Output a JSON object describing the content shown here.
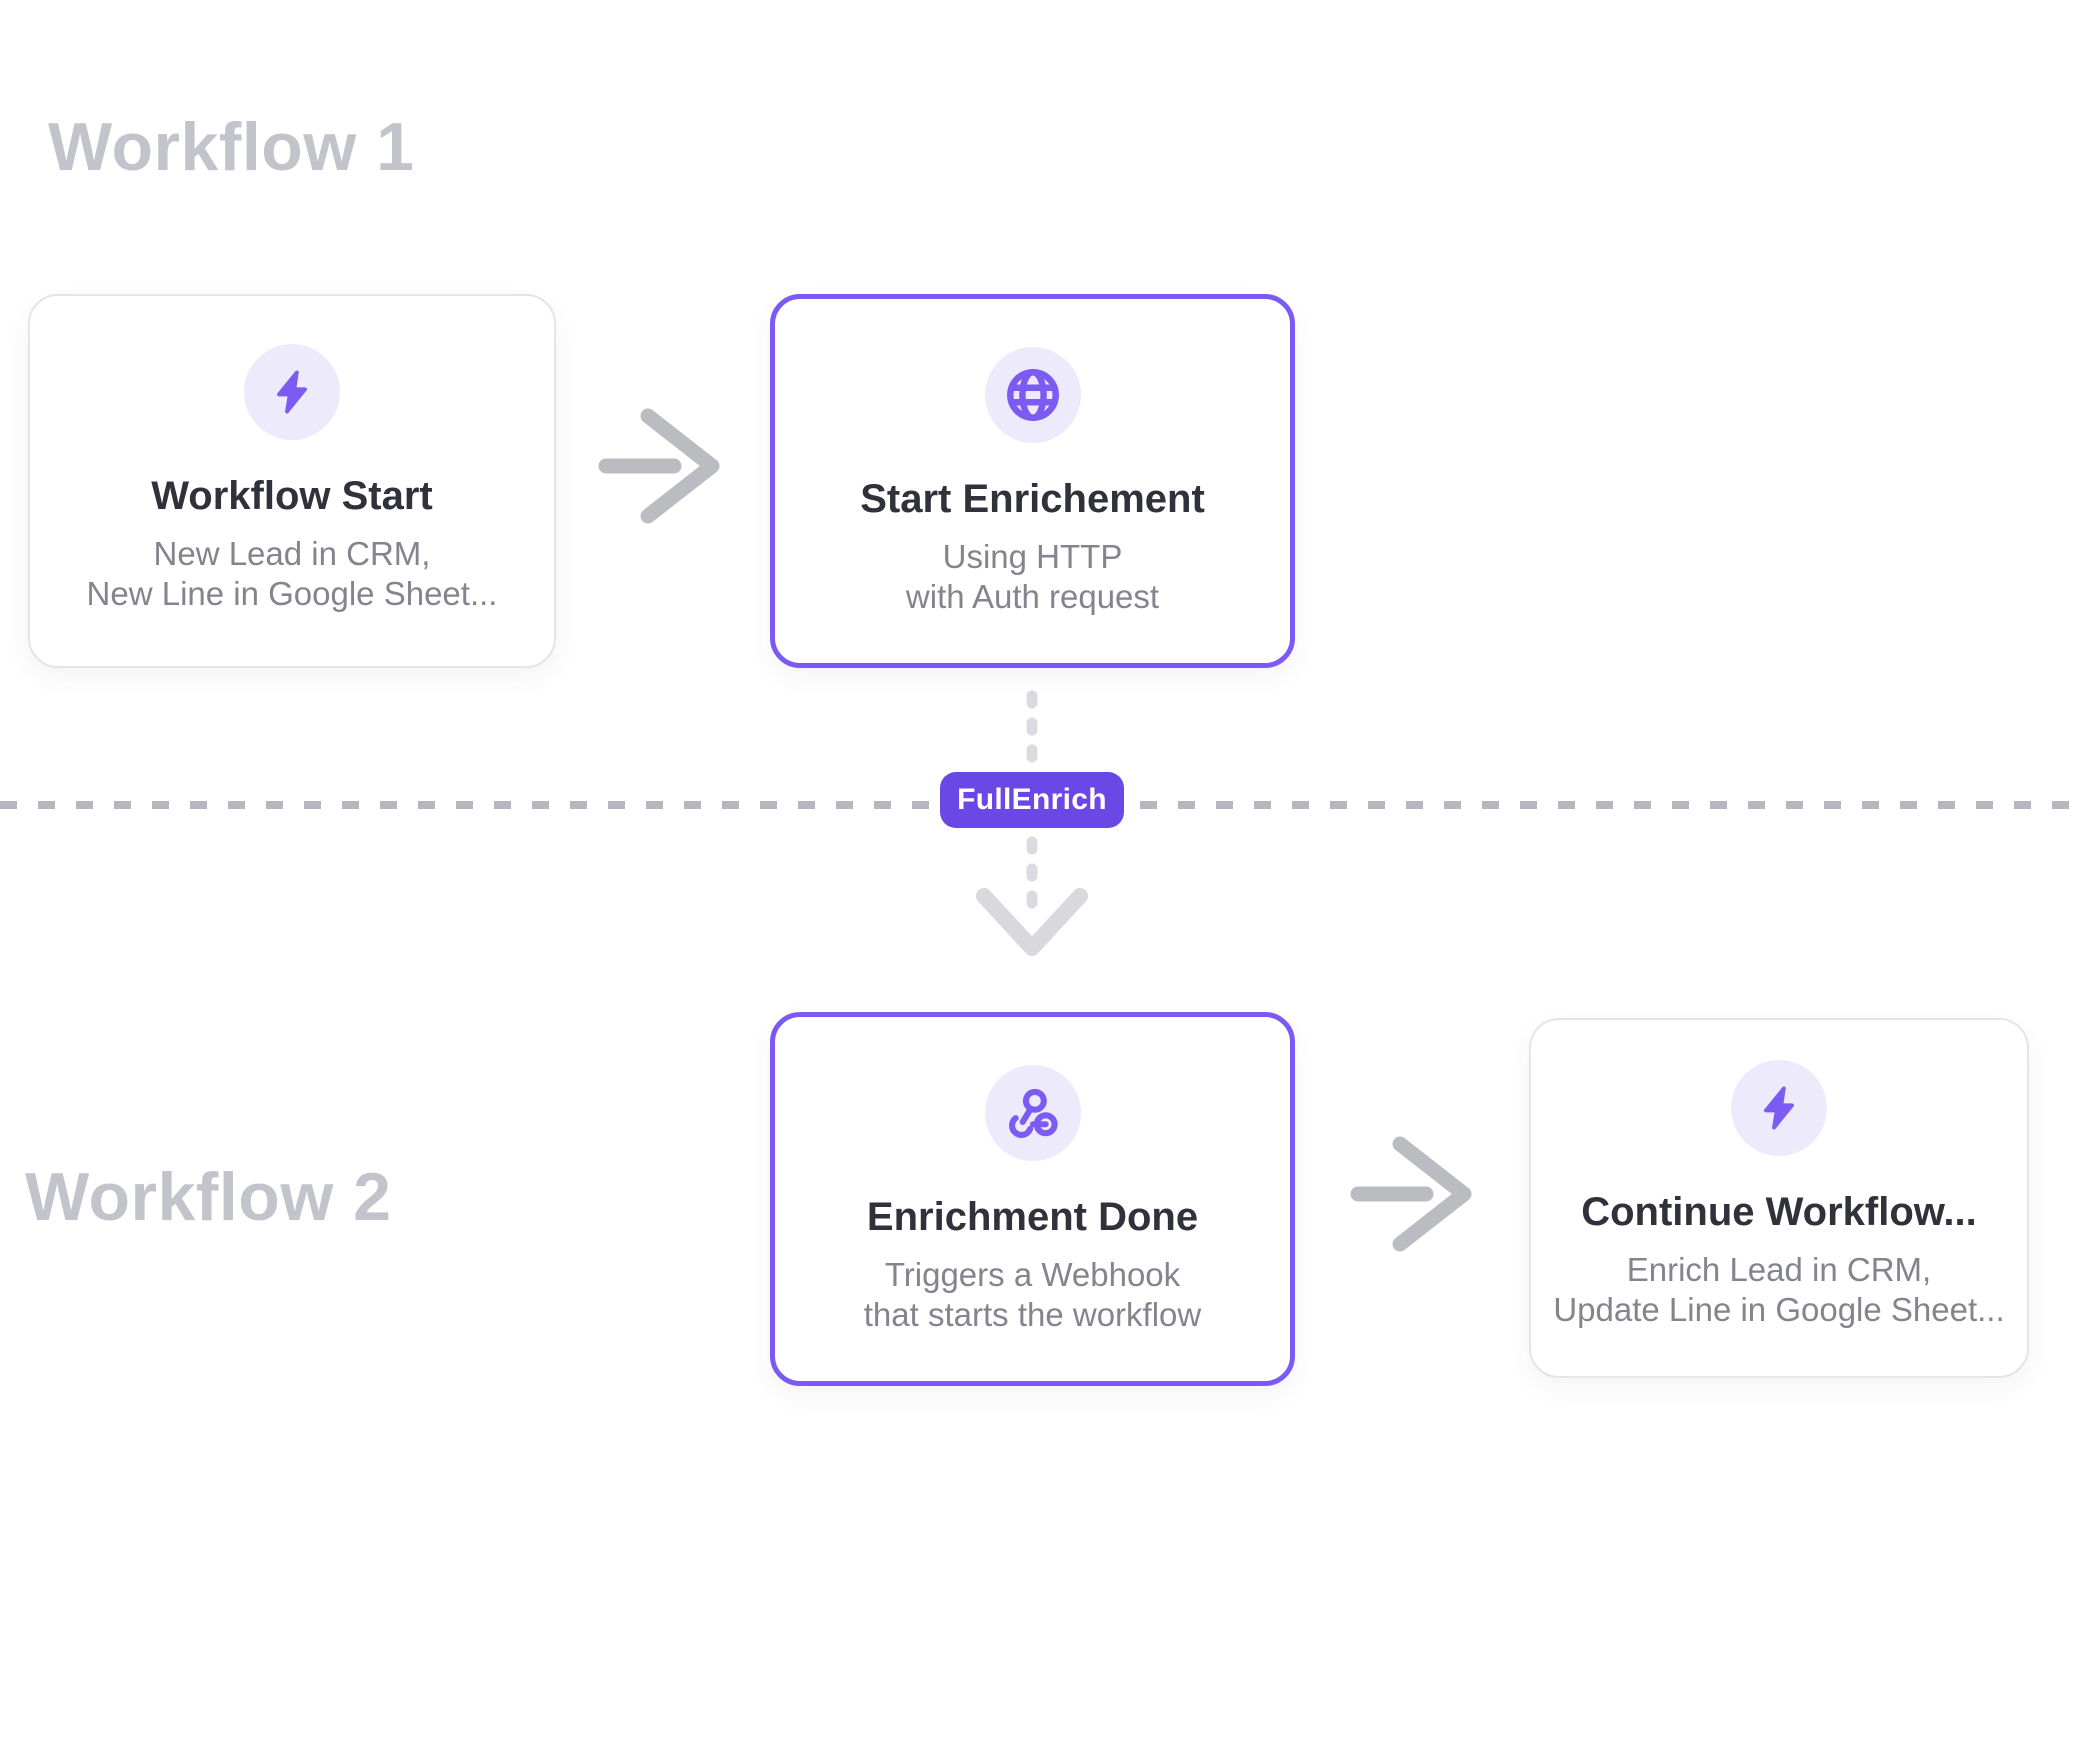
{
  "labels": {
    "workflow1": "Workflow 1",
    "workflow2": "Workflow 2"
  },
  "cards": {
    "workflow_start": {
      "title": "Workflow Start",
      "subtitle_line1": "New Lead in CRM,",
      "subtitle_line2": "New Line in Google Sheet...",
      "icon": "lightning-icon"
    },
    "start_enrichment": {
      "title": "Start Enrichement",
      "subtitle_line1": "Using HTTP",
      "subtitle_line2": "with Auth request",
      "icon": "globe-icon"
    },
    "enrichment_done": {
      "title": "Enrichment Done",
      "subtitle_line1": "Triggers a Webhook",
      "subtitle_line2": "that starts the workflow",
      "icon": "webhook-icon"
    },
    "continue_workflow": {
      "title": "Continue Workflow...",
      "subtitle_line1": "Enrich Lead in CRM,",
      "subtitle_line2": "Update Line in Google Sheet...",
      "icon": "lightning-icon"
    }
  },
  "connector": {
    "badge_label": "FullEnrich"
  },
  "colors": {
    "accent_purple_border": "#7C59F6",
    "badge_purple": "#6A48E6",
    "icon_purple": "#7B5BF2",
    "icon_circle_bg": "#EDEAFB",
    "title_text": "#31313B",
    "subtitle_text": "#84848E",
    "workflow_label_gray": "#C3C3CB",
    "arrow_gray": "#BBBBC2",
    "divider_dash_gray": "#B7B7BF",
    "connector_dash_gray": "#DADADF",
    "card_border_gray": "#E4E4EA",
    "background": "#FFFFFF"
  }
}
